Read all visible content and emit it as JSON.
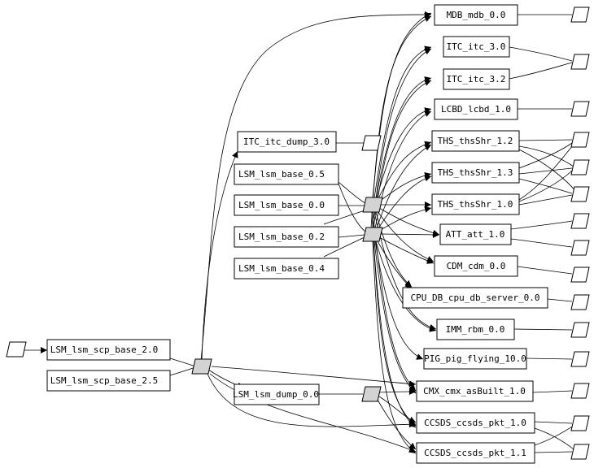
{
  "nodes": {
    "mdb": "MDB_mdb_0.0",
    "itc30": "ITC_itc_3.0",
    "itc32": "ITC_itc_3.2",
    "lcbd": "LCBD_lcbd_1.0",
    "ths12": "THS_thsShr_1.2",
    "ths13": "THS_thsShr_1.3",
    "ths10": "THS_thsShr_1.0",
    "att": "ATT_att_1.0",
    "cdm": "CDM_cdm_0.0",
    "cpudb": "CPU_DB_cpu_db_server_0.0",
    "imm": "IMM_rbm_0.0",
    "pig": "PIG_pig_flying_10.0",
    "cmx": "CMX_cmx_asBuilt_1.0",
    "ccsds10": "CCSDS_ccsds_pkt_1.0",
    "ccsds11": "CCSDS_ccsds_pkt_1.1",
    "itcdump": "ITC_itc_dump_3.0",
    "lsm05": "LSM_lsm_base_0.5",
    "lsm00": "LSM_lsm_base_0.0",
    "lsm02": "LSM_lsm_base_0.2",
    "lsm04": "LSM_lsm_base_0.4",
    "scp20": "LSM_lsm_scp_base_2.0",
    "scp25": "LSM_lsm_scp_base_2.5",
    "lsmdump": "LSM_lsm_dump_0.0"
  }
}
